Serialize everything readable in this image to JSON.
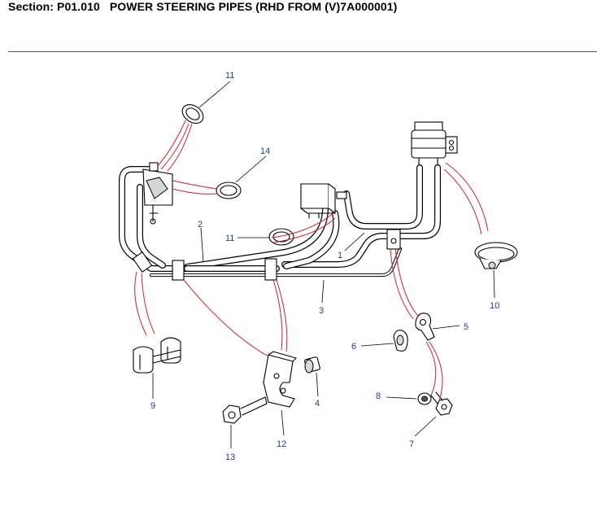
{
  "header": {
    "title": "Section: P01.010   POWER STEERING PIPES (RHD FROM (V)7A000001)"
  },
  "callouts": {
    "c1": "1",
    "c2": "2",
    "c3": "3",
    "c4": "4",
    "c5": "5",
    "c6": "6",
    "c7": "7",
    "c8": "8",
    "c9": "9",
    "c10": "10",
    "c11a": "11",
    "c11b": "11",
    "c12": "12",
    "c13": "13",
    "c14": "14"
  },
  "colors": {
    "callout_text": "#1c3f94",
    "leader_red": "#d2222a",
    "line": "#000000",
    "background": "#ffffff"
  }
}
